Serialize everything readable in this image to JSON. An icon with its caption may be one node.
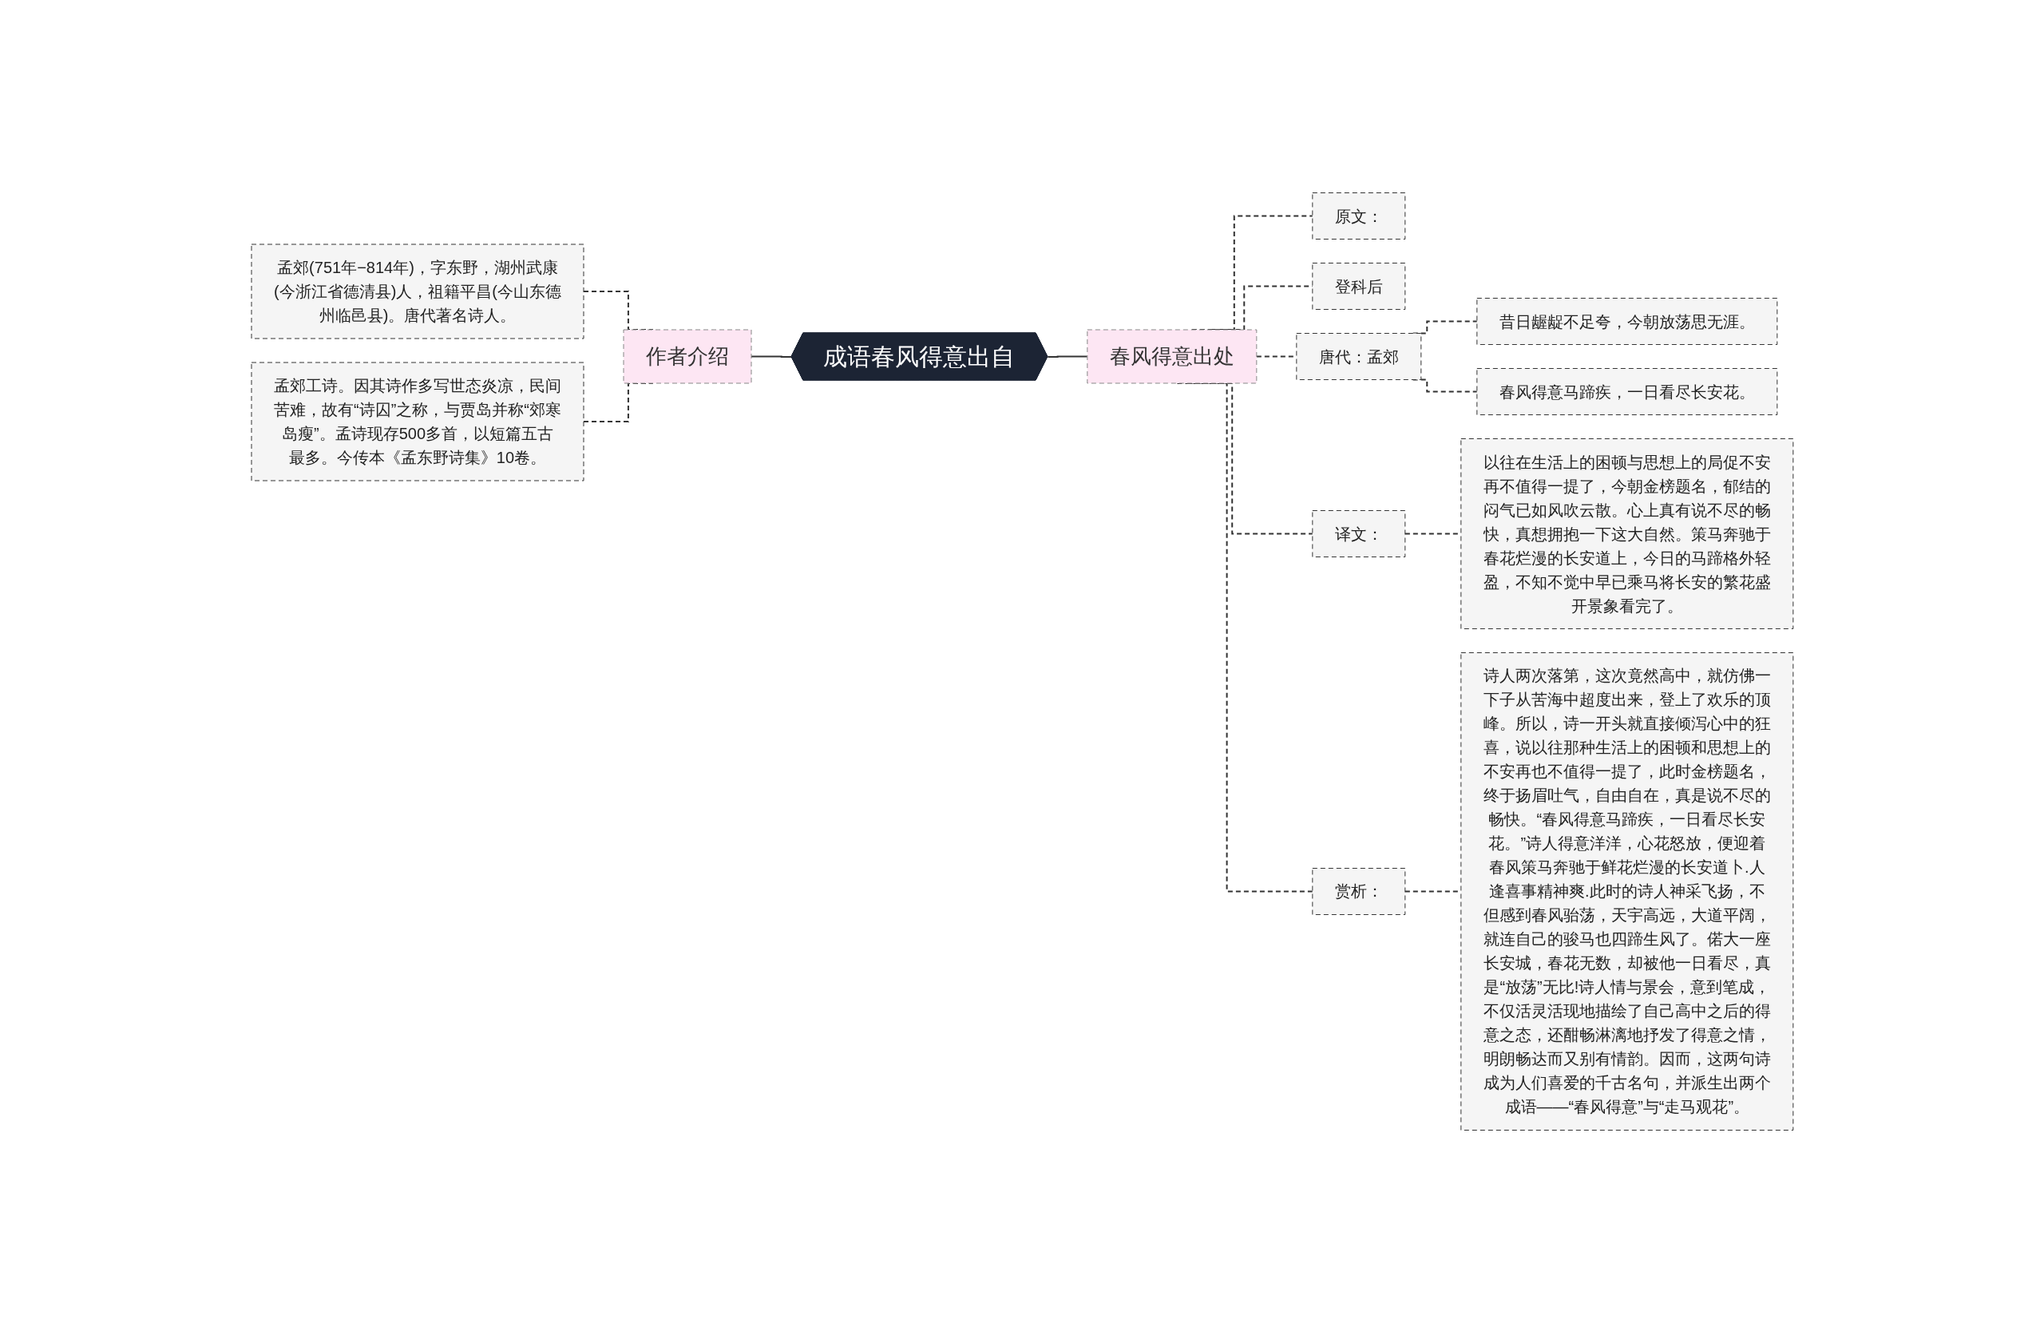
{
  "diagram": {
    "nodes": [
      {
        "text": [
          "成语春风得意出自"
        ]
      },
      {
        "text": [
          "作者介绍"
        ]
      },
      {
        "text": [
          "孟郊(751年−814年)，字东野，湖州武康(今浙江省德清县)人，祖籍平昌(今山东德州临邑县)。唐代著名诗人。"
        ]
      },
      {
        "text": [
          "孟郊工诗。因其诗作多写世态炎凉，民间苦难，故有“诗囚”之称，与贾岛并称“郊寒岛瘦”。孟诗现存500多首，以短篇五古最多。今传本《孟东野诗集》10卷。"
        ]
      },
      {
        "text": [
          "春风得意出处"
        ]
      },
      {
        "text": [
          "原文："
        ]
      },
      {
        "text": [
          "登科后"
        ]
      },
      {
        "text": [
          "唐代：孟郊"
        ]
      },
      {
        "text": [
          "昔日龌龊不足夸，今朝放荡思无涯。"
        ]
      },
      {
        "text": [
          "春风得意马蹄疾，一日看尽长安花。"
        ]
      },
      {
        "text": [
          "译文："
        ]
      },
      {
        "text": [
          "以往在生活上的困顿与思想上的局促不安再不值得一提了，今朝金榜题名，郁结的闷气已如风吹云散。心上真有说不尽的畅快，真想拥抱一下这大自然。策马奔驰于春花烂漫的长安道上，今日的马蹄格外轻盈，不知不觉中早已乘马将长安的繁花盛开景象看完了。"
        ]
      },
      {
        "text": [
          "赏析："
        ]
      },
      {
        "text": [
          "诗人两次落第，这次竟然高中，就仿佛一下子从苦海中超度出来，登上了欢乐的顶峰。所以，诗一开头就直接倾泻心中的狂喜，说以往那种生活上的困顿和思想上的不安再也不值得一提了，此时金榜题名，终于扬眉吐气，自由自在，真是说不尽的畅快。“春风得意马蹄疾，一日看尽长安花。”诗人得意洋洋，心花怒放，便迎着春风策马奔驰于鲜花烂漫的长安道卜.人逢喜事精神爽.此时的诗人神采飞扬，不但感到春风骀荡，天宇高远，大道平阔，就连自己的骏马也四蹄生风了。偌大一座长安城，春花无数，却被他一日看尽，真是“放荡”无比!诗人情与景会，意到笔成，不仅活灵活现地描绘了自己高中之后的得意之态，还酣畅淋漓地抒发了得意之情，明朗畅达而又别有情韵。因而，这两句诗成为人们喜爱的千古名句，并派生出两个成语——“春风得意”与“走马观花”。"
        ]
      }
    ],
    "edges": [
      {
        "from": 0,
        "to": 1,
        "arrow": "none"
      },
      {
        "from": 1,
        "to": 2,
        "arrow": "none",
        "style": "dashed"
      },
      {
        "from": 1,
        "to": 3,
        "arrow": "none",
        "style": "dashed"
      },
      {
        "from": 0,
        "to": 4,
        "arrow": "none"
      },
      {
        "from": 4,
        "to": 5,
        "arrow": "none",
        "style": "dashed"
      },
      {
        "from": 4,
        "to": 6,
        "arrow": "none",
        "style": "dashed"
      },
      {
        "from": 4,
        "to": 7,
        "arrow": "none",
        "style": "dashed"
      },
      {
        "from": 7,
        "to": 8,
        "arrow": "none",
        "style": "dashed"
      },
      {
        "from": 7,
        "to": 9,
        "arrow": "none",
        "style": "dashed"
      },
      {
        "from": 4,
        "to": 10,
        "arrow": "none",
        "style": "dashed"
      },
      {
        "from": 10,
        "to": 11,
        "arrow": "none",
        "style": "dashed"
      },
      {
        "from": 4,
        "to": 12,
        "arrow": "none",
        "style": "dashed"
      },
      {
        "from": 12,
        "to": 13,
        "arrow": "none",
        "style": "dashed"
      }
    ]
  }
}
